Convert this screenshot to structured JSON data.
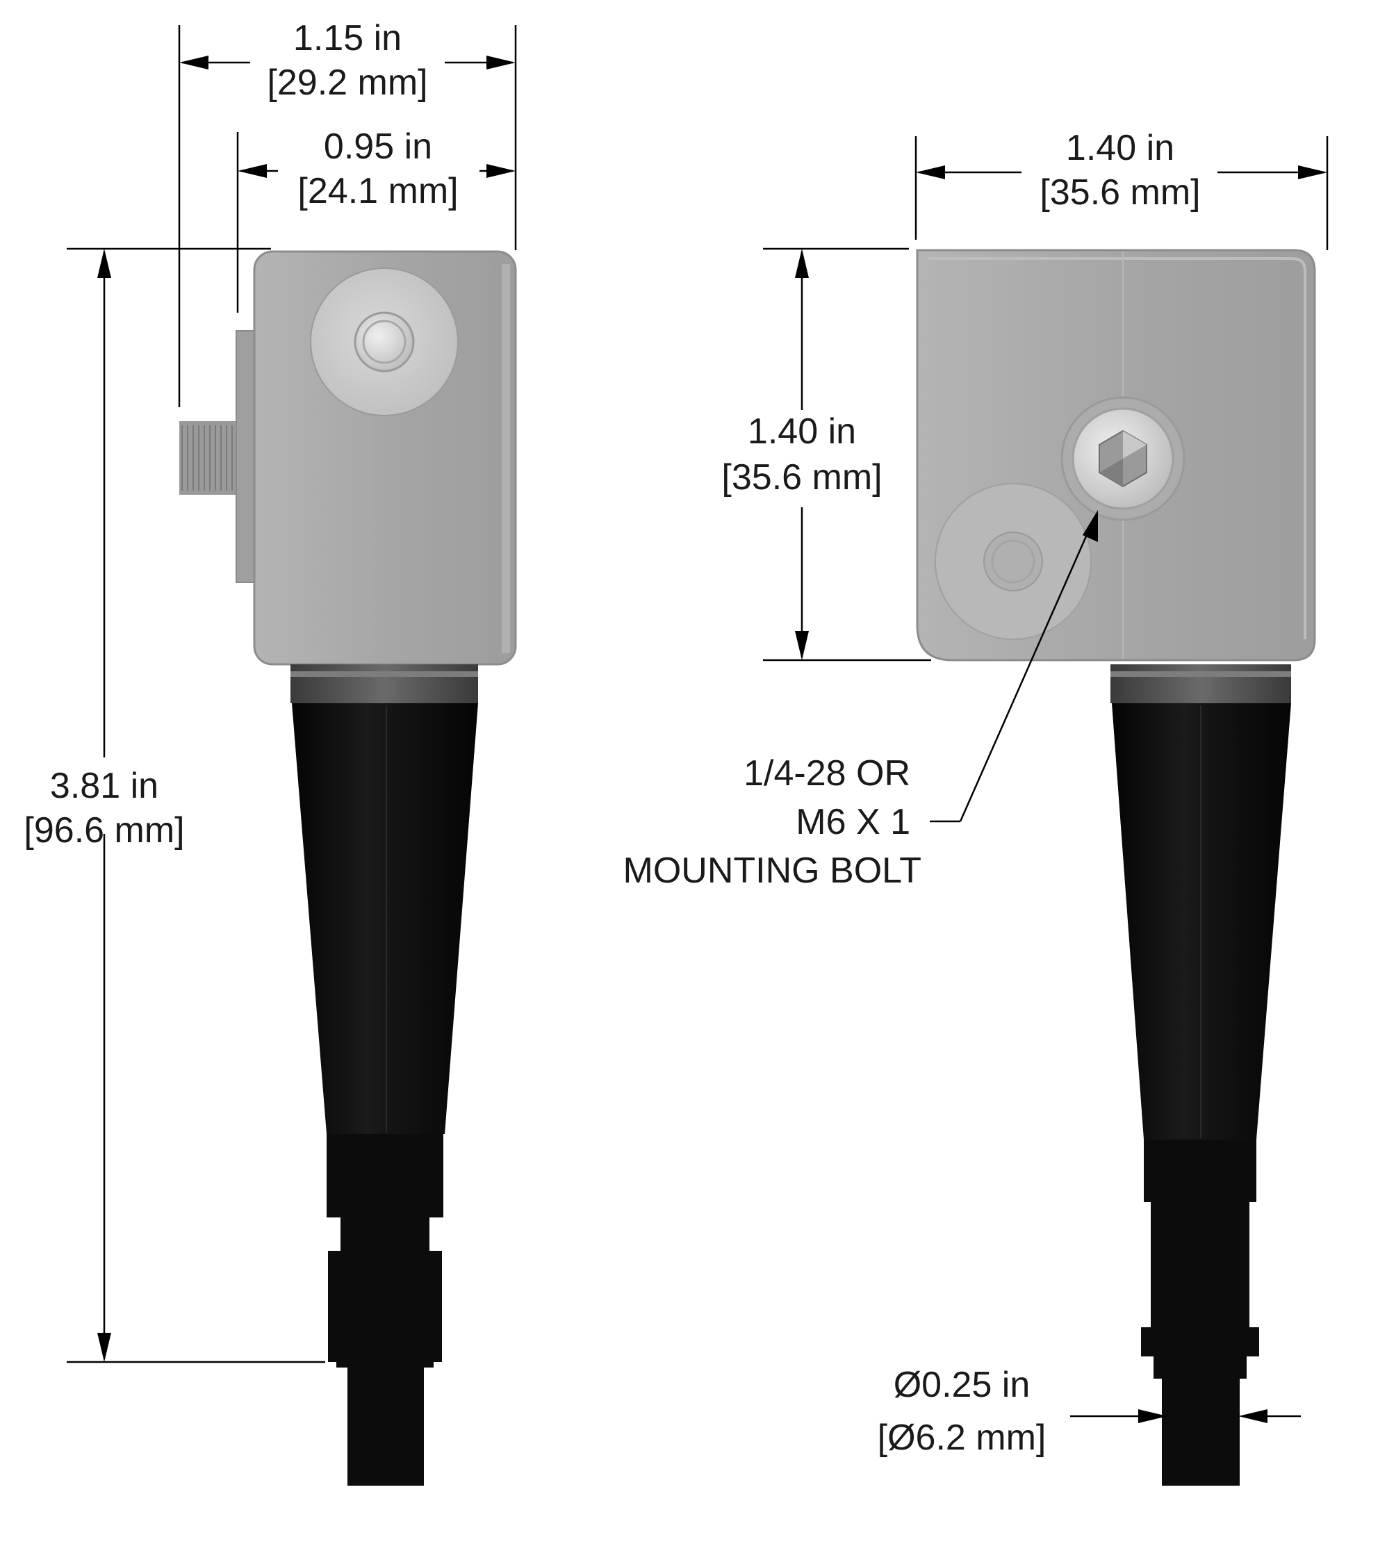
{
  "dimensions": {
    "side_overall_width": {
      "inch": "1.15 in",
      "mm": "[29.2 mm]"
    },
    "side_body_width": {
      "inch": "0.95 in",
      "mm": "[24.1 mm]"
    },
    "overall_height": {
      "inch": "3.81 in",
      "mm": "[96.6 mm]"
    },
    "front_width": {
      "inch": "1.40 in",
      "mm": "[35.6 mm]"
    },
    "front_height": {
      "inch": "1.40 in",
      "mm": "[35.6 mm]"
    },
    "cable_diameter": {
      "inch": "Ø0.25 in",
      "mm": "[Ø6.2 mm]"
    }
  },
  "callout": {
    "line1": "1/4-28 OR",
    "line2": "M6 X 1",
    "line3": "MOUNTING BOLT"
  },
  "colors": {
    "housing": "#a9a9a9",
    "housing_edge": "#8c8c8c",
    "boot": "#0c0c0c",
    "collar": "#5a5a5a",
    "dimension": "#000000"
  }
}
